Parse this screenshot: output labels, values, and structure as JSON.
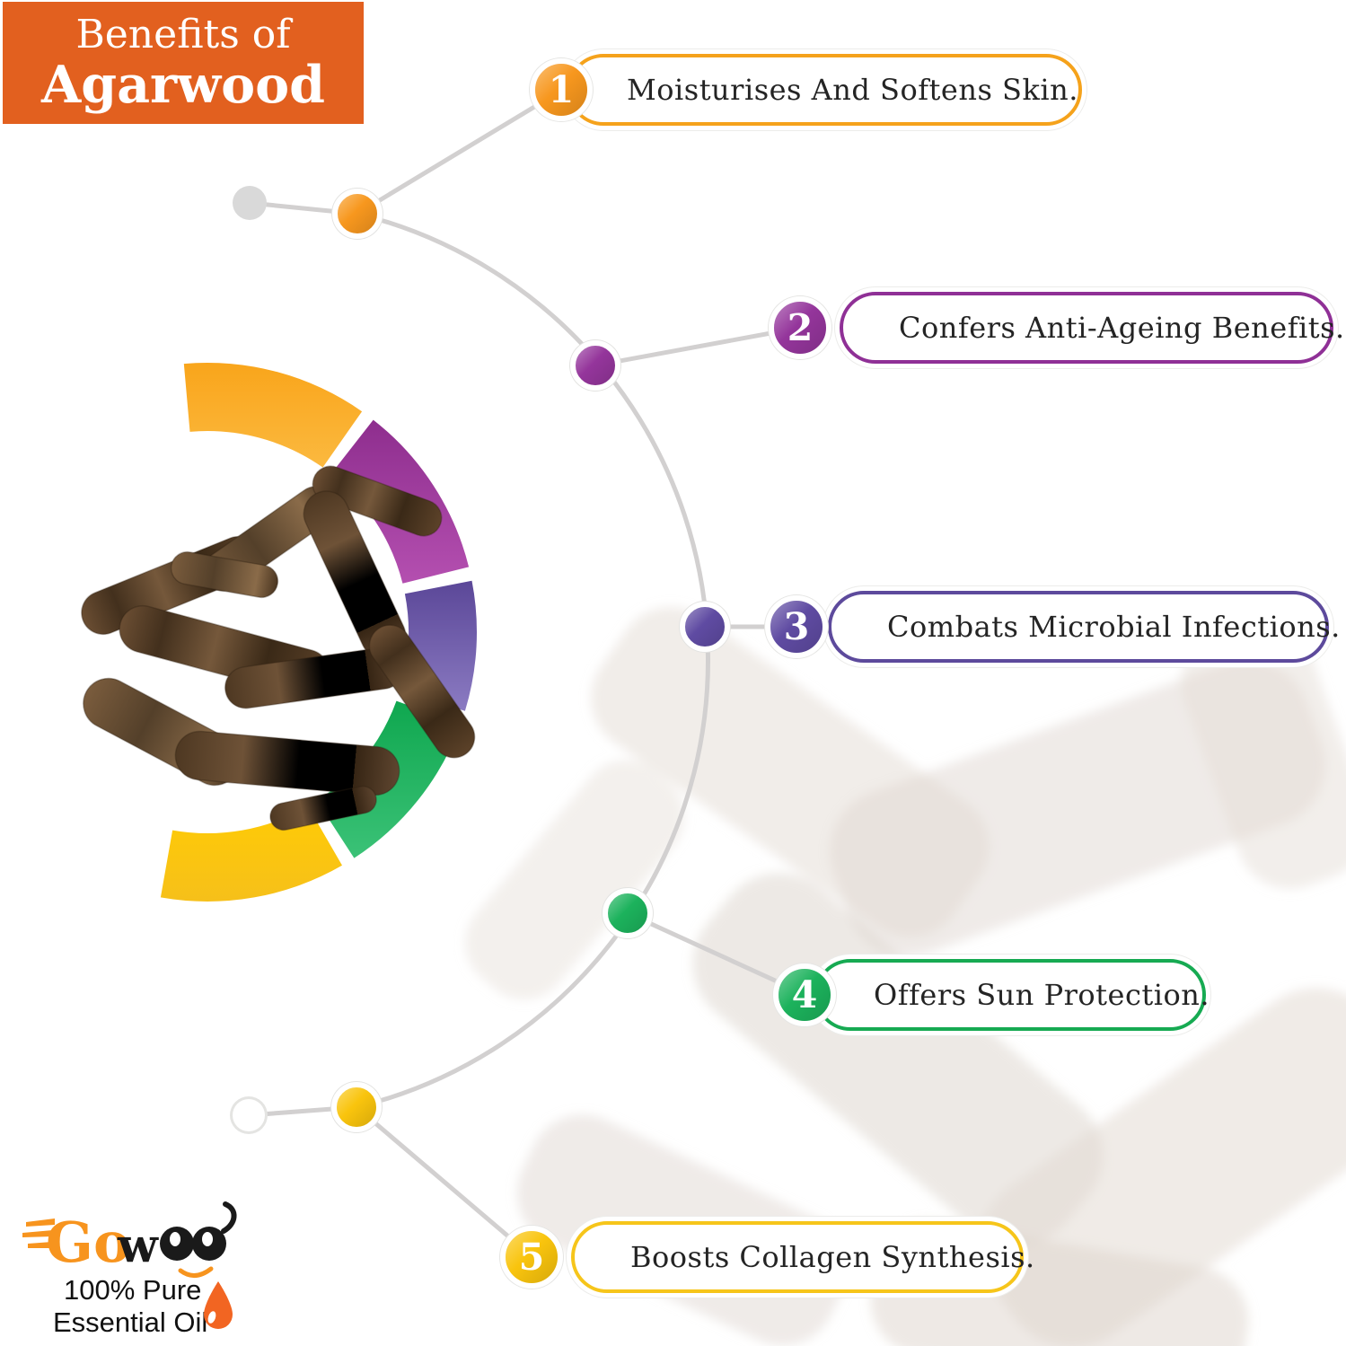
{
  "header": {
    "line1": "Benefits of",
    "line2": "Agarwood",
    "bg_color": "#E2601F"
  },
  "benefits": [
    {
      "number": "1",
      "label": "Moisturises And Softens Skin.",
      "color": "#F5A21B",
      "badge_color": "#F7971E"
    },
    {
      "number": "2",
      "label": "Confers Anti-Ageing Benefits.",
      "color": "#8F3096",
      "badge_color": "#94359B"
    },
    {
      "number": "3",
      "label": "Combats Microbial Infections.",
      "color": "#5D4A9C",
      "badge_color": "#5F4BA2"
    },
    {
      "number": "4",
      "label": "Offers Sun Protection.",
      "color": "#16AA52",
      "badge_color": "#1CB25C"
    },
    {
      "number": "5",
      "label": "Boosts Collagen Synthesis.",
      "color": "#F6C51A",
      "badge_color": "#F9C40D"
    }
  ],
  "logo": {
    "brand_part1": "Go",
    "brand_part2": "w",
    "tagline_line1": "100% Pure",
    "tagline_line2": "Essential Oil"
  },
  "palette": {
    "curve_line": "#D2D0D0",
    "gray_dot": "#D9D9D9",
    "white_dot": "#FFFFFF",
    "text": "#242424",
    "arc_orange": "#F9A51B",
    "arc_magenta": "#9B3A99",
    "arc_violet": "#6A57A8",
    "arc_green": "#1FB15B",
    "arc_yellow": "#FFC90B",
    "brand_orange": "#F7941E",
    "brand_black": "#1A1A1A",
    "droplet_orange": "#F26522"
  }
}
